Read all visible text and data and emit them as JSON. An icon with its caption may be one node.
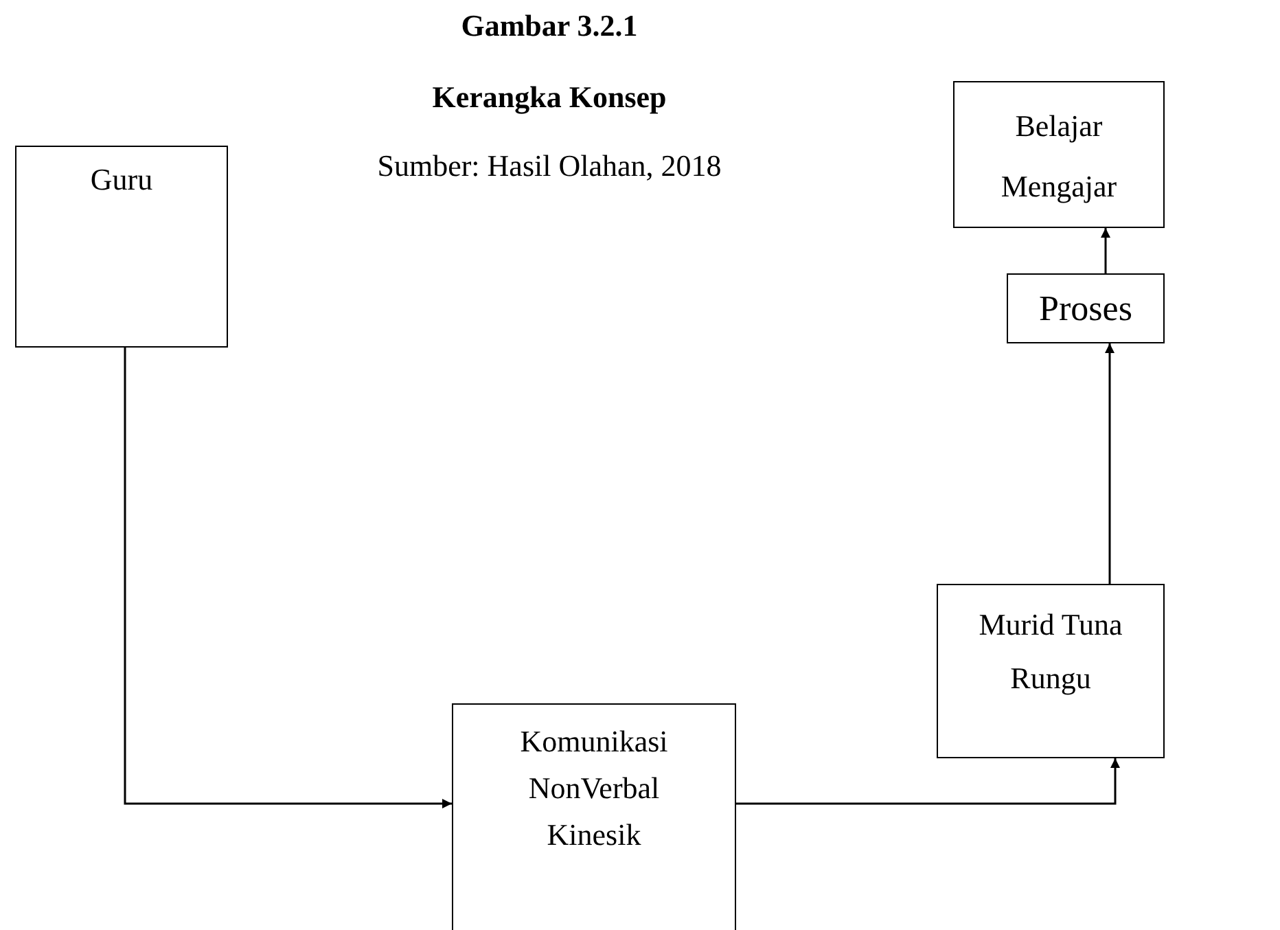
{
  "diagram": {
    "title": "Gambar 3.2.1",
    "nodes": [
      {
        "text": [
          "Belajar Mengajar"
        ]
      },
      {
        "text": [
          "Guru"
        ]
      },
      {
        "text": [
          "Proses"
        ]
      },
      {
        "text": [
          "Murid Tuna Rungu"
        ]
      },
      {
        "text": [
          "Komunikasi NonVerbal Kinesik"
        ]
      }
    ],
    "edges": [
      {
        "from": 1,
        "to": 4,
        "arrow": "to"
      },
      {
        "from": 4,
        "to": 3,
        "arrow": "to"
      },
      {
        "from": 3,
        "to": 2,
        "arrow": "to"
      },
      {
        "from": 2,
        "to": 0,
        "arrow": "to"
      }
    ],
    "labels": [
      "Kerangka Konsep",
      "Sumber: Hasil Olahan, 2018"
    ]
  }
}
